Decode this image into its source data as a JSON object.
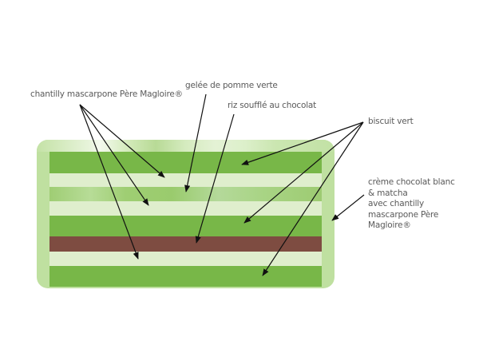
{
  "diagram": {
    "title": "",
    "labels": {
      "chantilly": "chantilly mascarpone Père Magloire®",
      "gelee": "gelée de pomme verte",
      "riz": "riz soufflé au chocolat",
      "biscuit": "biscuit vert",
      "creme": [
        "crème chocolat blanc",
        "& matcha",
        "avec chantilly",
        "mascarpone Père",
        "Magloire®"
      ]
    },
    "layers_top_to_bottom": [
      "biscuit vert",
      "chantilly mascarpone Père Magloire®",
      "gelée de pomme verte",
      "chantilly mascarpone Père Magloire®",
      "biscuit vert",
      "riz soufflé au chocolat",
      "chantilly mascarpone Père Magloire®",
      "biscuit vert"
    ],
    "outer_coating": "crème chocolat blanc & matcha avec chantilly mascarpone Père Magloire®",
    "colors": {
      "biscuit": "#78b748",
      "creme": "#dfeecd",
      "gelee": "#9fcd74",
      "chocolat": "#7e4c41",
      "coating": "#bfe0a0",
      "text": "#5a5a5a",
      "arrow": "#111111"
    }
  }
}
